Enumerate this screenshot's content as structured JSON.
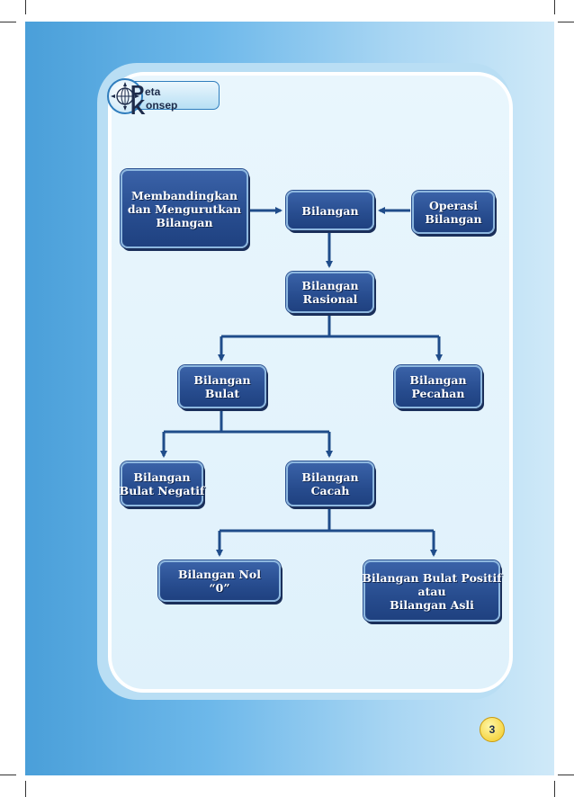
{
  "badge": {
    "letter_p": "P",
    "rest_p": "eta",
    "letter_k": "K",
    "rest_k": "onsep"
  },
  "nodes": {
    "membandingkan": [
      "Membandingkan",
      "dan Mengurutkan",
      "Bilangan"
    ],
    "bilangan": [
      "Bilangan"
    ],
    "operasi": [
      "Operasi",
      "Bilangan"
    ],
    "rasional": [
      "Bilangan",
      "Rasional"
    ],
    "bulat": [
      "Bilangan",
      "Bulat"
    ],
    "pecahan": [
      "Bilangan",
      "Pecahan"
    ],
    "bulat_negatif": [
      "Bilangan",
      "Bulat Negatif"
    ],
    "cacah": [
      "Bilangan",
      "Cacah"
    ],
    "nol": [
      "Bilangan Nol",
      "“0”"
    ],
    "positif": [
      "Bilangan Bulat Positif",
      "atau",
      "Bilangan Asli"
    ]
  },
  "page_number": "3"
}
